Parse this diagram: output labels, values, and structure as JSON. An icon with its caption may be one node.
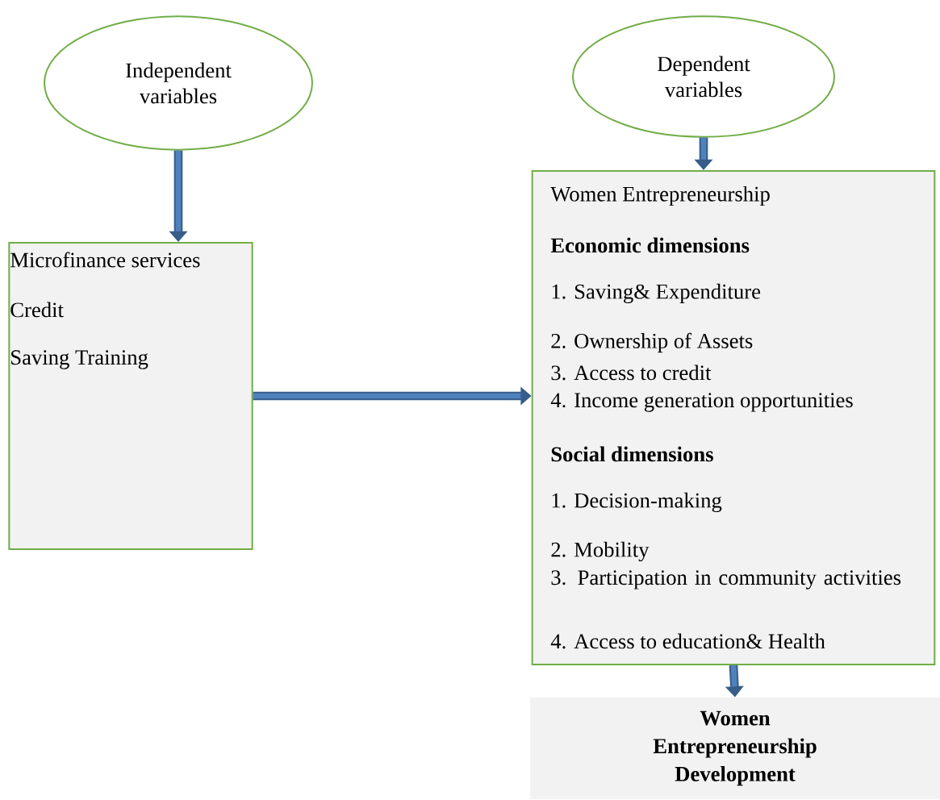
{
  "diagram": {
    "nodes": [
      {
        "text": [
          "Independent variables"
        ]
      },
      {
        "text": [
          "Dependent variables"
        ]
      },
      {
        "text": [
          "Microfinance services",
          "Credit",
          "Saving Training"
        ]
      },
      {
        "text": [
          "Women Entrepreneurship",
          "Economic dimensions",
          "1. Saving& Expenditure",
          "2. Ownership of Assets",
          "3. Access to credit",
          "4. Income generation opportunities",
          "Social dimensions",
          "1. Decision-making",
          "2. Mobility",
          "3. Participation in community activities",
          "4. Access to education& Health"
        ]
      },
      {
        "text": [
          "Women Entrepreneurship Development"
        ]
      }
    ],
    "edges": [
      {
        "from": 0,
        "to": 2,
        "arrow": "to"
      },
      {
        "from": 1,
        "to": 3,
        "arrow": "to"
      },
      {
        "from": 2,
        "to": 3,
        "arrow": "to"
      },
      {
        "from": 3,
        "to": 4,
        "arrow": "to"
      }
    ]
  }
}
